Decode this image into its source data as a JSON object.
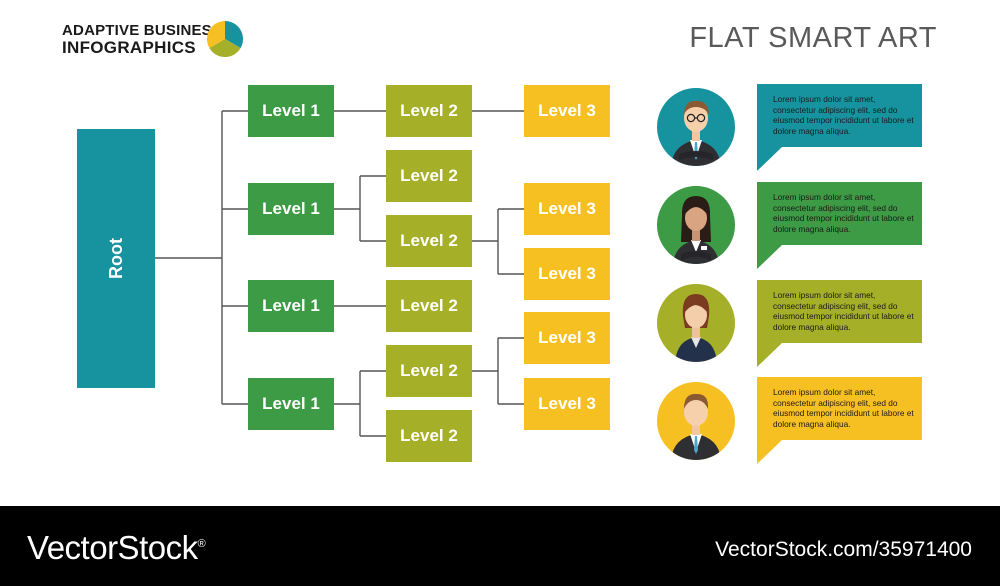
{
  "brand": {
    "line1": "ADAPTIVE BUSINESS",
    "line2": "INFOGRAPHICS"
  },
  "title": "FLAT SMART ART",
  "root": {
    "label": "Root",
    "color": "#17939f"
  },
  "colors": {
    "level1": "#3d9a45",
    "level2": "#a5af28",
    "level3": "#f7c022",
    "connector": "#555555"
  },
  "level1": [
    "Level 1",
    "Level 1",
    "Level 1",
    "Level 1"
  ],
  "level2": [
    "Level 2",
    "Level 2",
    "Level 2",
    "Level 2",
    "Level 2",
    "Level 2"
  ],
  "level3": [
    "Level 3",
    "Level 3",
    "Level 3",
    "Level 3",
    "Level 3"
  ],
  "people": [
    {
      "avatar": "man-glasses-avatar-icon",
      "circle": "#17939f",
      "bubble": "#17939f",
      "text": "Lorem ipsum dolor sit amet, consectetur adipiscing elit, sed do eiusmod tempor incididunt ut labore et dolore magna aliqua."
    },
    {
      "avatar": "woman-dark-hair-avatar-icon",
      "circle": "#3d9a45",
      "bubble": "#3d9a45",
      "text": "Lorem ipsum dolor sit amet, consectetur adipiscing elit, sed do eiusmod tempor incididunt ut labore et dolore magna aliqua."
    },
    {
      "avatar": "woman-auburn-hair-avatar-icon",
      "circle": "#a5af28",
      "bubble": "#a5af28",
      "text": "Lorem ipsum dolor sit amet, consectetur adipiscing elit, sed do eiusmod tempor incididunt ut labore et dolore magna aliqua."
    },
    {
      "avatar": "man-avatar-icon",
      "circle": "#f7c022",
      "bubble": "#f7c022",
      "text": "Lorem ipsum dolor sit amet, consectetur adipiscing elit, sed do eiusmod tempor incididunt ut labore et dolore magna aliqua."
    }
  ],
  "footer": {
    "logo": "VectorStock",
    "logo_mark": "®",
    "id": "VectorStock.com/35971400"
  }
}
